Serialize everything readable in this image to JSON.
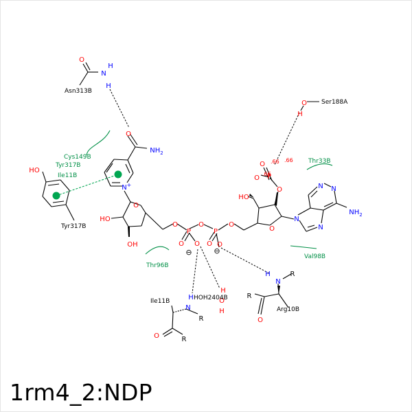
{
  "caption": "1rm4_2:NDP",
  "colors": {
    "bond": "#000000",
    "oxygen": "#ff0000",
    "nitrogen": "#0000ff",
    "residue_label": "#000000",
    "hydrophobic": "#008f46",
    "pi_marker": "#00a651",
    "frame": "#dddddd"
  },
  "atoms": {
    "O": "O",
    "N": "N",
    "H": "H",
    "NH": "NH",
    "NH2": "NH2",
    "N_plus": "N",
    "plus": "+",
    "HO": "HO",
    "OH": "OH",
    "R": "R",
    "HOH_label": "HOH2404B",
    "minus": "⊖"
  },
  "residues": {
    "asn313b": "Asn313B",
    "ser188a": "Ser188A",
    "cys149b": "Cys149B",
    "tyr317b_a": "Tyr317B",
    "ile11b_a": "Ile11B",
    "tyr317b_b": "Tyr317B",
    "thr33b": "Thr33B",
    "thr96b": "Thr96B",
    "val98b": "Val98B",
    "ile11b_b": "Ile11B",
    "arg10b": "Arg10B"
  },
  "distances": {
    "d1": ".66",
    "d2": ".66",
    "d3": ".66"
  }
}
